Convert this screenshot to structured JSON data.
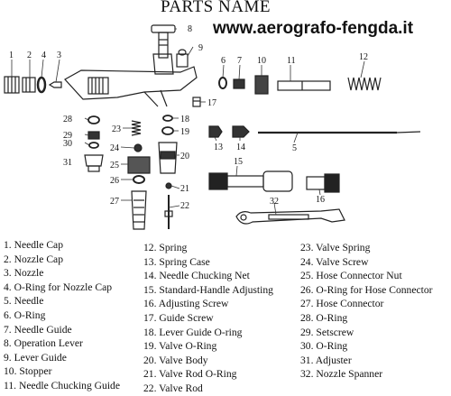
{
  "header": {
    "title": "PARTS NAME",
    "website": "www.aerografo-fengda.it"
  },
  "callouts": [
    "1",
    "2",
    "3",
    "4",
    "5",
    "6",
    "7",
    "8",
    "9",
    "10",
    "11",
    "12",
    "13",
    "14",
    "15",
    "16",
    "17",
    "18",
    "19",
    "20",
    "21",
    "22",
    "23",
    "24",
    "25",
    "26",
    "27",
    "28",
    "29",
    "30",
    "31",
    "32"
  ],
  "parts_columns": [
    [
      "1. Needle Cap",
      "2. Nozzle Cap",
      "3. Nozzle",
      "4. O-Ring for Nozzle Cap",
      "5. Needle",
      "6. O-Ring",
      "7. Needle Guide",
      "8. Operation Lever",
      "9. Lever Guide",
      "10. Stopper",
      "11. Needle Chucking Guide"
    ],
    [
      "12. Spring",
      "13. Spring Case",
      "14. Needle Chucking Net",
      "15. Standard-Handle Adjusting",
      "16. Adjusting Screw",
      "17. Guide Screw",
      "18. Lever Guide O-ring",
      "19. Valve O-Ring",
      "20. Valve Body",
      "21. Valve Rod O-Ring",
      "22. Valve Rod"
    ],
    [
      "23. Valve Spring",
      "24. Valve Screw",
      "25. Hose Connector Nut",
      "26. O-Ring for Hose Connector",
      "27. Hose Connector",
      "28. O-Ring",
      "29. Setscrew",
      "30. O-Ring",
      "31. Adjuster",
      "32. Nozzle Spanner"
    ]
  ]
}
